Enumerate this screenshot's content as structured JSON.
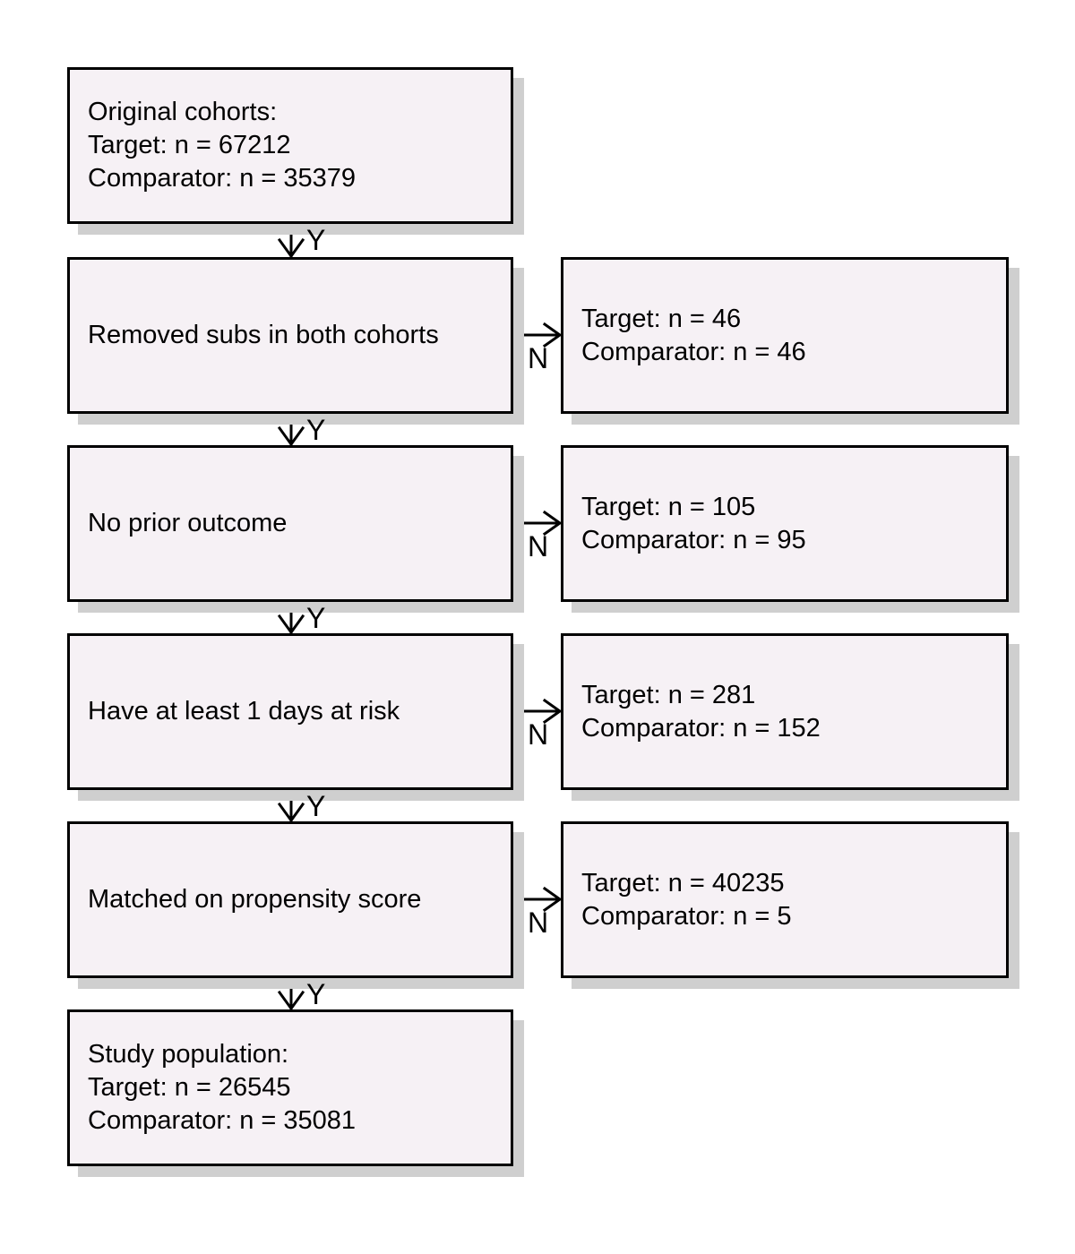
{
  "colors": {
    "page_bg": "#ffffff",
    "box_fill": "#f6f1f5",
    "box_border": "#000000",
    "box_shadow": "#cfcfcf",
    "arrow": "#000000",
    "text": "#000000"
  },
  "flow": {
    "yes_label": "Y",
    "no_label": "N",
    "original_cohorts": {
      "lines": [
        "Original cohorts:",
        "Target: n = 67212",
        "Comparator: n = 35379"
      ]
    },
    "removed_subs": {
      "label": "Removed subs in both cohorts",
      "excluded": [
        "Target: n = 46",
        "Comparator: n = 46"
      ]
    },
    "no_prior_outcome": {
      "label": "No prior outcome",
      "excluded": [
        "Target: n = 105",
        "Comparator: n = 95"
      ]
    },
    "days_at_risk": {
      "label": "Have at least 1 days at risk",
      "excluded": [
        "Target: n = 281",
        "Comparator: n = 152"
      ]
    },
    "matched_on_propensity": {
      "label": "Matched on propensity score",
      "excluded": [
        "Target: n = 40235",
        "Comparator: n = 5"
      ]
    },
    "study_population": {
      "lines": [
        "Study population:",
        "Target: n = 26545",
        "Comparator: n = 35081"
      ]
    }
  }
}
